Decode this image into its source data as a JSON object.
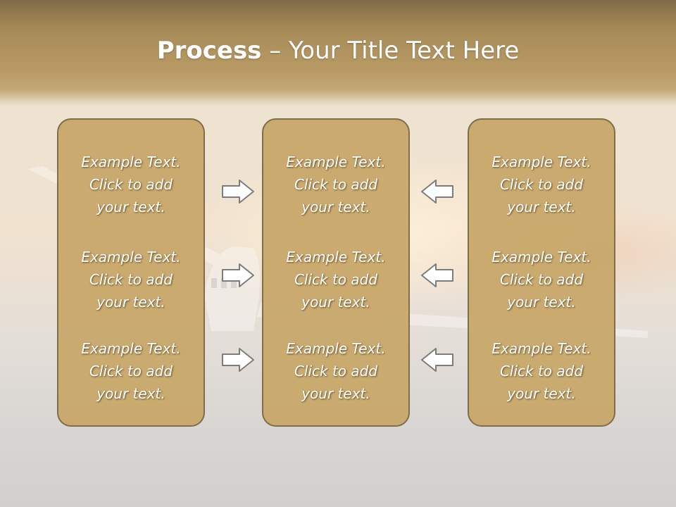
{
  "slide": {
    "title_bold": "Process",
    "title_rest": " – Your Title Text Here"
  },
  "columns": [
    {
      "id": "left",
      "items": [
        {
          "line1": "Example Text.",
          "line2": "Click  to add",
          "line3": "your text."
        },
        {
          "line1": "Example Text.",
          "line2": "Click  to add",
          "line3": "your text."
        },
        {
          "line1": "Example Text.",
          "line2": "Click  to add",
          "line3": "your text."
        }
      ]
    },
    {
      "id": "center",
      "items": [
        {
          "line1": "Example Text.",
          "line2": "Click  to add",
          "line3": "your text."
        },
        {
          "line1": "Example Text.",
          "line2": "Click  to add",
          "line3": "your text."
        },
        {
          "line1": "Example Text.",
          "line2": "Click  to add",
          "line3": "your text."
        }
      ]
    },
    {
      "id": "right",
      "items": [
        {
          "line1": "Example Text.",
          "line2": "Click  to add",
          "line3": "your text."
        },
        {
          "line1": "Example Text.",
          "line2": "Click  to add",
          "line3": "your text."
        },
        {
          "line1": "Example Text.",
          "line2": "Click  to add",
          "line3": "your text."
        }
      ]
    }
  ],
  "arrows": {
    "left_side": "arrow-right-icon",
    "right_side": "arrow-left-icon"
  },
  "colors": {
    "box_fill": "#c7a667",
    "box_border": "#806d49",
    "title_band": "#a68b58",
    "text": "#ffffff"
  }
}
